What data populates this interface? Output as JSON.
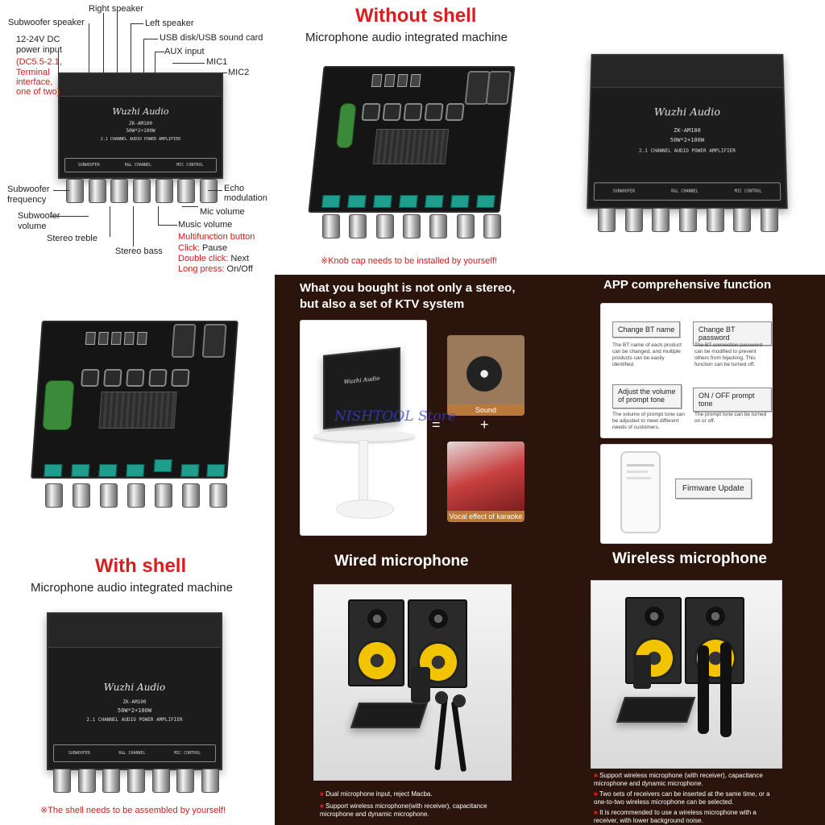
{
  "top_left": {
    "labels": {
      "subwoofer_speaker": "Subwoofer speaker",
      "right_speaker": "Right speaker",
      "left_speaker": "Left speaker",
      "dc_input_line1": "12-24V DC",
      "dc_input_line2": "power input",
      "dc_note_line1": "(DC5.5-2.1,",
      "dc_note_line2": "Terminal",
      "dc_note_line3": "interface,",
      "dc_note_line4": "one of two)",
      "usb": "USB disk/USB sound card",
      "aux": "AUX input",
      "mic1": "MIC1",
      "mic2": "MIC2",
      "subwoofer_frequency_1": "Subwoofer",
      "subwoofer_frequency_2": "frequency",
      "subwoofer_volume_1": "Subwoofer",
      "subwoofer_volume_2": "volume",
      "stereo_treble": "Stereo treble",
      "stereo_bass": "Stereo bass",
      "echo_1": "Echo",
      "echo_2": "modulation",
      "mic_volume": "Mic volume",
      "music_volume": "Music volume",
      "multifunction": "Multifunction button",
      "click_label": "Click:",
      "click_value": "Pause",
      "double_label": "Double click:",
      "double_value": "Next",
      "long_label": "Long press:",
      "long_value": "On/Off"
    },
    "device": {
      "brand": "Wuzhi Audio",
      "model": "ZK-AM100",
      "power": "50W*2+100W",
      "desc": "2.1 CHANNEL AUDIO POWER AMPLIFIER",
      "strip": [
        "SUBWOOFER",
        "R&L CHANNEL",
        "MIC CONTROL"
      ]
    }
  },
  "top_middle": {
    "title": "Without shell",
    "subtitle": "Microphone audio integrated machine",
    "note": "※Knob cap needs to be installed by yourself!"
  },
  "top_right": {
    "brand": "Wuzhi Audio",
    "model": "ZK-AM100",
    "power": "50W*2+100W",
    "desc": "2.1 CHANNEL AUDIO POWER AMPLIFIER",
    "strip": [
      "SUBWOOFER",
      "R&L CHANNEL",
      "MIC CONTROL"
    ]
  },
  "bottom_left": {
    "title": "With shell",
    "subtitle": "Microphone audio integrated machine",
    "note": "※The shell needs to be assembled by yourself!",
    "brand": "Wuzhi Audio",
    "model": "ZK-AM100",
    "power": "50W*2+100W",
    "desc": "2.1 CHANNEL AUDIO POWER AMPLIFIER",
    "strip": [
      "SUBWOOFER",
      "R&L CHANNEL",
      "MIC CONTROL"
    ]
  },
  "dark_panel": {
    "headline_line1": "What you bought is not only a stereo,",
    "headline_line2": "but also a set of KTV system",
    "sound_label": "Sound",
    "karaoke_label": "Vocal effect of karaoke",
    "equals": "=",
    "plus": "+",
    "watermark": "NISHTOOL Store",
    "app_title": "APP comprehensive function",
    "app": {
      "change_bt_name": "Change BT name",
      "change_bt_name_desc": "The BT name of each product can be changed, and multiple products can be easily identified.",
      "change_bt_password": "Change BT password",
      "change_bt_password_desc": "The BT connection password can be modified to prevent others from hijacking. This function can be turned off.",
      "adjust_volume_line1": "Adjust the volume",
      "adjust_volume_line2": "of prompt tone",
      "adjust_volume_desc": "The volume of prompt tone can be adjusted to meet different needs of customers.",
      "prompt_tone": "ON / OFF prompt tone",
      "prompt_tone_desc": "The prompt tone can be turned on or off.",
      "firmware": "Firmware Update"
    },
    "wired_title": "Wired microphone",
    "wired_bullets": [
      "Dual microphone input, reject Macba.",
      "Support wireless microphone(with receiver), capacitance microphone and dynamic microphone."
    ],
    "wireless_title": "Wireless microphone",
    "wireless_bullets": [
      "Support wireless microphone (with receiver), capacitance microphone and dynamic microphone.",
      "Two sets of receivers can be inserted at the same time, or a one-to-two wireless microphone can be selected.",
      "It is recommended to use a wireless microphone with a receiver, with lower background noise."
    ]
  }
}
